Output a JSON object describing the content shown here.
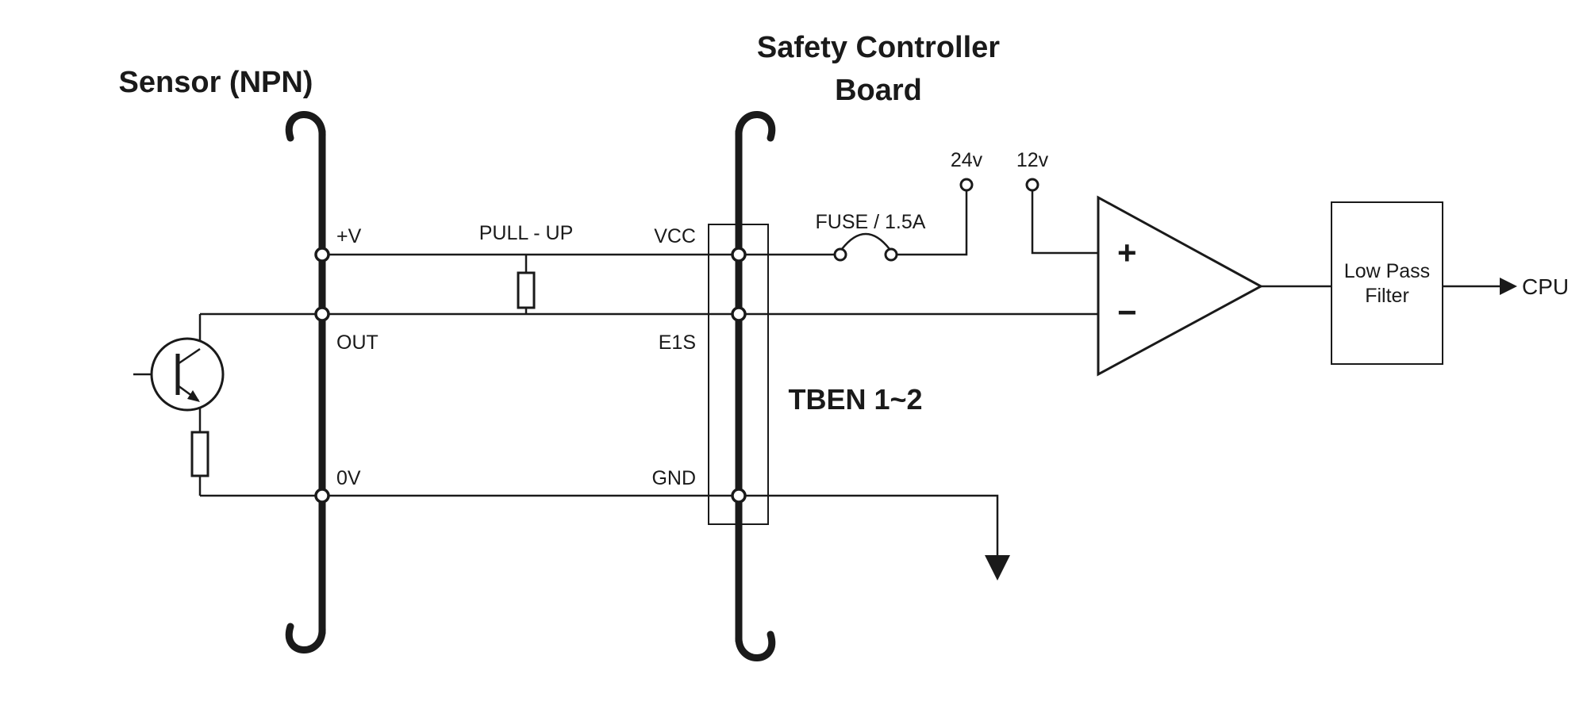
{
  "diagram": {
    "sensor_title": "Sensor (NPN)",
    "controller_title_1": "Safety Controller",
    "controller_title_2": "Board",
    "tben_label": "TBEN 1~2",
    "pins": {
      "vplus": "+V",
      "out": "OUT",
      "zerov": "0V",
      "vcc": "VCC",
      "e1s": "E1S",
      "gnd": "GND"
    },
    "labels": {
      "pullup": "PULL - UP",
      "fuse": "FUSE / 1.5A",
      "rail_24v": "24v",
      "rail_12v": "12v",
      "opamp_plus": "+",
      "opamp_minus": "−",
      "lpf_line1": "Low Pass",
      "lpf_line2": "Filter",
      "cpu": "CPU"
    },
    "colors": {
      "ink": "#1a1a1a",
      "background": "#ffffff"
    }
  }
}
